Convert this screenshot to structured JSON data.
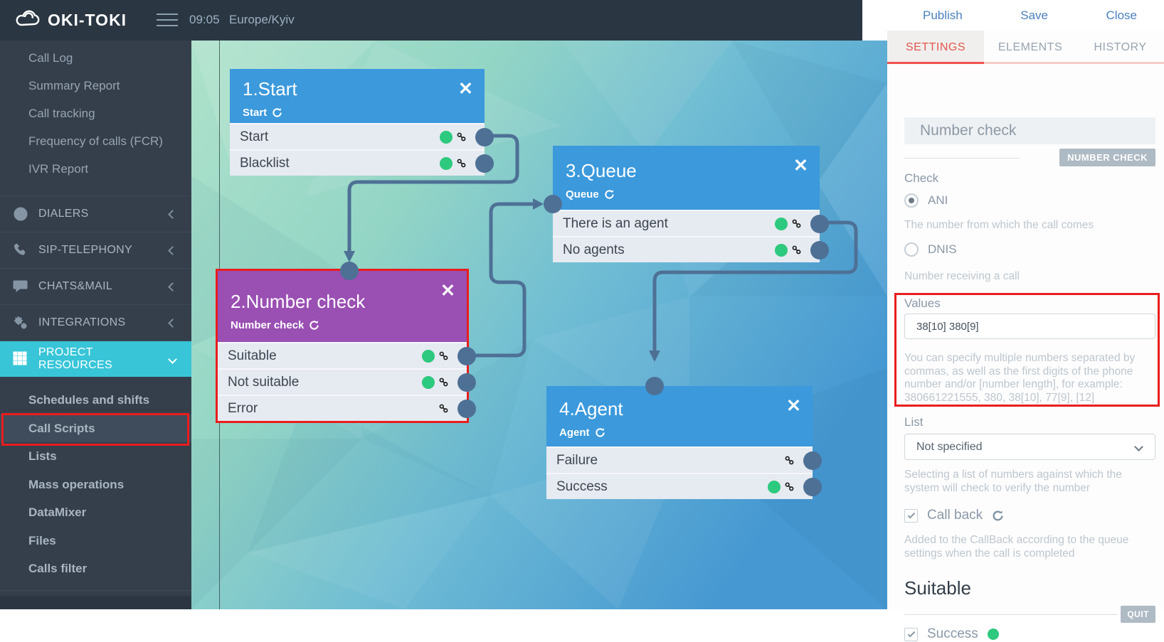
{
  "topbar": {
    "brand": "OKI-TOKI",
    "time": "09:05",
    "timezone": "Europe/Kyiv"
  },
  "actions": {
    "publish": "Publish",
    "save": "Save",
    "close": "Close"
  },
  "sidebar": {
    "reports": [
      "Call Log",
      "Summary Report",
      "Call tracking",
      "Frequency of calls (FCR)",
      "IVR Report"
    ],
    "sections": [
      {
        "label": "DIALERS",
        "icon": "clock-icon"
      },
      {
        "label": "SIP-TELEPHONY",
        "icon": "phone-icon"
      },
      {
        "label": "CHATS&MAIL",
        "icon": "chat-icon"
      },
      {
        "label": "INTEGRATIONS",
        "icon": "gears-icon"
      },
      {
        "label": "PROJECT RESOURCES",
        "icon": "grid-icon",
        "active": true
      }
    ],
    "resources": [
      "Schedules and shifts",
      "Call Scripts",
      "Lists",
      "Mass operations",
      "DataMixer",
      "Files",
      "Calls filter"
    ],
    "highlighted_item": "Call Scripts"
  },
  "panel": {
    "tabs": [
      {
        "label": "SETTINGS",
        "active": true
      },
      {
        "label": "ELEMENTS",
        "active": false
      },
      {
        "label": "HISTORY",
        "active": false
      }
    ],
    "name_input": "Number check",
    "type_badge": "NUMBER CHECK",
    "check": {
      "label": "Check",
      "options": [
        {
          "label": "ANI",
          "selected": true,
          "hint": "The number from which the call comes"
        },
        {
          "label": "DNIS",
          "selected": false,
          "hint": "Number receiving a call"
        }
      ]
    },
    "values": {
      "label": "Values",
      "value": "38[10] 380[9]",
      "hint": "You can specify multiple numbers separated by commas, as well as the first digits of the phone number and/or [number length], for example: 380661221555, 380, 38[10], 77[9], [12]"
    },
    "list": {
      "label": "List",
      "selected": "Not specified",
      "hint": "Selecting a list of numbers against which the system will check to verify the number"
    },
    "callback": {
      "label": "Call back",
      "checked": true,
      "hint": "Added to the CallBack according to the queue settings when the call is completed"
    },
    "suitable": {
      "heading": "Suitable",
      "badge": "QUIT",
      "success_label": "Success",
      "success_checked": true
    }
  },
  "canvas": {
    "nodes": [
      {
        "title": "1.Start",
        "type": "Start",
        "color": "blue",
        "rows": [
          {
            "label": "Start",
            "green": true
          },
          {
            "label": "Blacklist",
            "green": true
          }
        ]
      },
      {
        "title": "2.Number check",
        "type": "Number check",
        "color": "purple",
        "highlighted": true,
        "rows": [
          {
            "label": "Suitable",
            "green": true
          },
          {
            "label": "Not suitable",
            "green": true
          },
          {
            "label": "Error",
            "green": false
          }
        ]
      },
      {
        "title": "3.Queue",
        "type": "Queue",
        "color": "blue",
        "rows": [
          {
            "label": "There is an agent",
            "green": true
          },
          {
            "label": "No agents",
            "green": true
          }
        ]
      },
      {
        "title": "4.Agent",
        "type": "Agent",
        "color": "blue",
        "rows": [
          {
            "label": "Failure",
            "green": false
          },
          {
            "label": "Success",
            "green": true
          }
        ]
      }
    ]
  },
  "colors": {
    "topbar": "#2a3642",
    "sidebar": "#353f4c",
    "accent_teal": "#38c5d8",
    "node_blue": "#3b99dc",
    "node_purple": "#9a4fb3",
    "connector": "#4e7095",
    "green_dot": "#2dc97e",
    "highlight_red": "#ea1d1d",
    "tab_red": "#e4564e",
    "action_blue": "#4a7fbd"
  }
}
